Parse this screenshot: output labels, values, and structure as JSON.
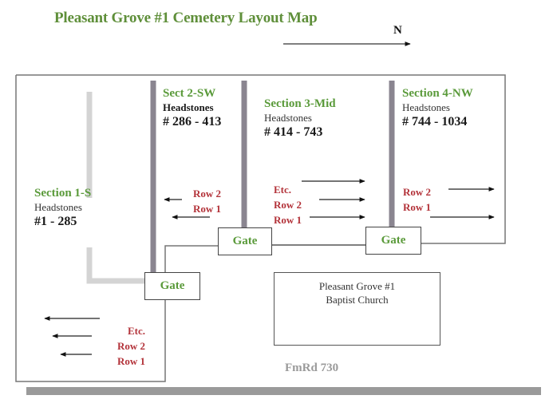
{
  "title": "Pleasant Grove #1 Cemetery Layout Map",
  "compass": {
    "label": "N",
    "icon": "north-arrow-icon",
    "direction": "right"
  },
  "sections": [
    {
      "name": "Section 1-S",
      "sub": "Headstones",
      "range": "#1 - 285",
      "rows": [
        "Etc.",
        "Row 2",
        "Row 1"
      ],
      "row_arrow_direction": "left"
    },
    {
      "name": "Sect 2-SW",
      "sub": "Headstones",
      "range": "# 286 - 413",
      "rows": [
        "Row 2",
        "Row 1"
      ],
      "row_arrow_direction": "left"
    },
    {
      "name": "Section 3-Mid",
      "sub": "Headstones",
      "range": "# 414 - 743",
      "rows": [
        "Etc.",
        "Row 2",
        "Row 1"
      ],
      "row_arrow_direction": "right"
    },
    {
      "name": "Section 4-NW",
      "sub": "Headstones",
      "range": "# 744 - 1034",
      "rows": [
        "Row 2",
        "Row 1"
      ],
      "row_arrow_direction": "right"
    }
  ],
  "gates": [
    "Gate",
    "Gate",
    "Gate"
  ],
  "church": {
    "line1": "Pleasant Grove #1",
    "line2": "Baptist Church"
  },
  "road": {
    "label": "FmRd 730"
  },
  "colors": {
    "section_title": "#5a9a3a",
    "row_label": "#b3333a",
    "road": "#9a9a9a",
    "path_dark": "#8a8590",
    "path_light": "#d4d4d4"
  }
}
